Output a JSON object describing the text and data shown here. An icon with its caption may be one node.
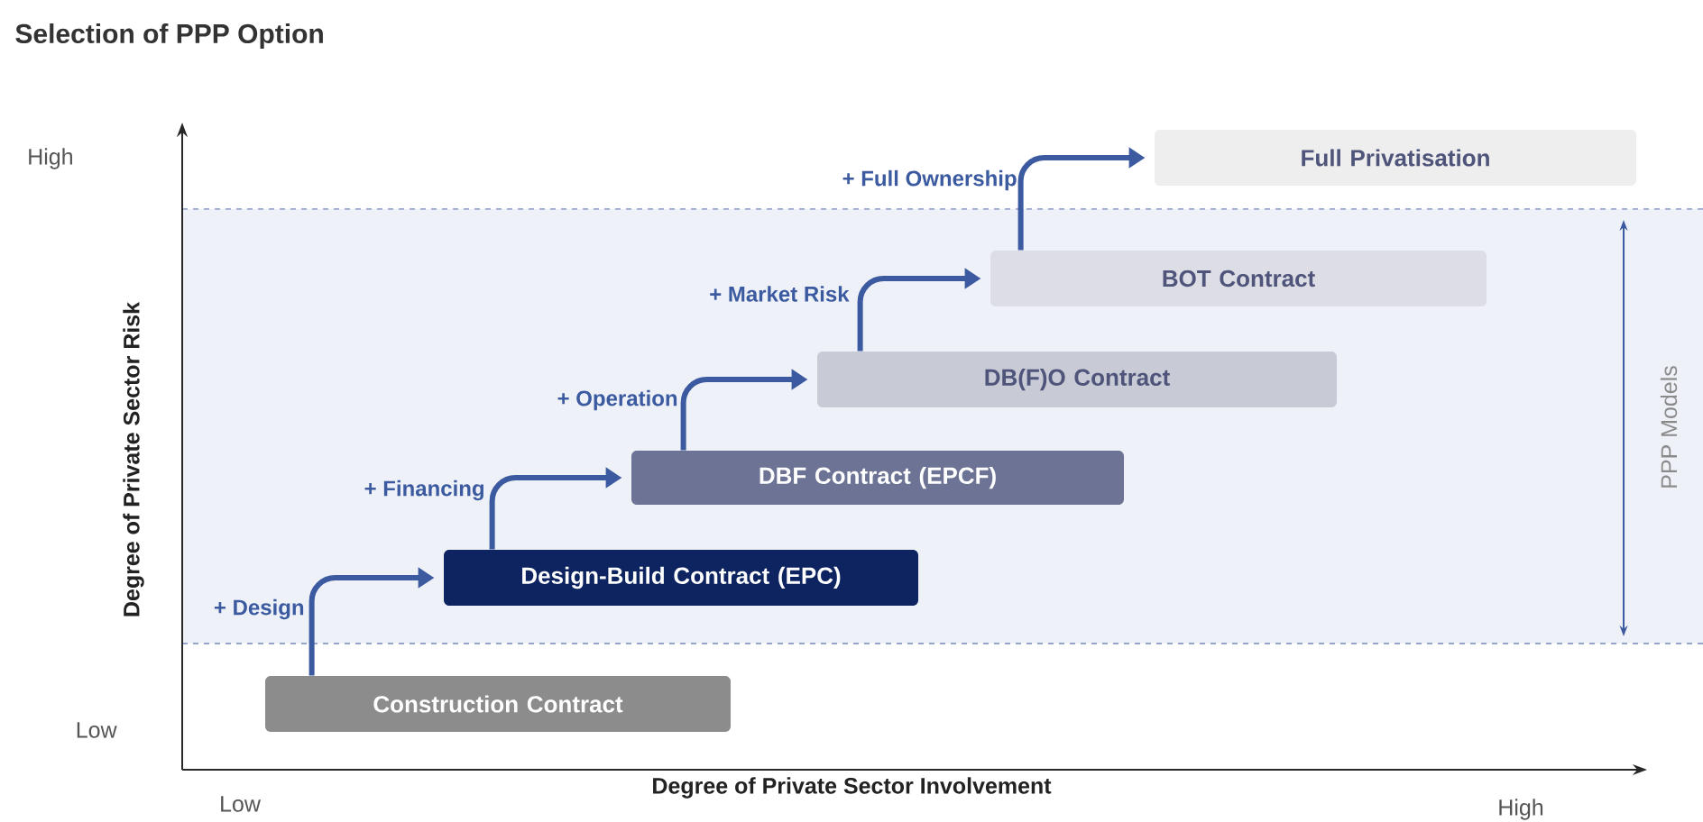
{
  "diagram": {
    "title": "Selection of PPP Option",
    "nodes": [
      {
        "text": [
          "Construction Contract"
        ]
      },
      {
        "text": [
          "Design-Build Contract (EPC)"
        ]
      },
      {
        "text": [
          "DBF Contract (EPCF)"
        ]
      },
      {
        "text": [
          "DB(F)O Contract"
        ]
      },
      {
        "text": [
          "BOT Contract"
        ]
      },
      {
        "text": [
          "Full Privatisation"
        ]
      }
    ],
    "edges": [
      {
        "from": 0,
        "to": 1,
        "arrow": "to",
        "label": "+ Design"
      },
      {
        "from": 1,
        "to": 2,
        "arrow": "to",
        "label": "+ Financing"
      },
      {
        "from": 2,
        "to": 3,
        "arrow": "to",
        "label": "+ Operation"
      },
      {
        "from": 3,
        "to": 4,
        "arrow": "to",
        "label": "+ Market Risk"
      },
      {
        "from": 4,
        "to": 5,
        "arrow": "to",
        "label": "+ Full Ownership"
      }
    ],
    "labels": [
      "High",
      "Low",
      "Degree of Private Sector Risk",
      "Low",
      "Degree of Private Sector Involvement",
      "High",
      "PPP Models"
    ]
  }
}
